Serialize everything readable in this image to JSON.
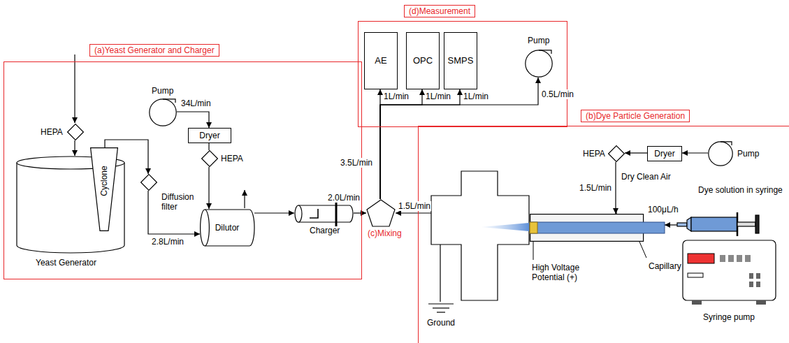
{
  "diagram": {
    "nodes": [
      {
        "text": [
          "(a)Yeast Generator and Charger"
        ]
      },
      {
        "text": [
          "HEPA"
        ],
        "in": 0
      },
      {
        "text": [
          "Yeast Generator"
        ],
        "in": 0
      },
      {
        "text": [
          "Cyclone"
        ],
        "in": 2
      },
      {
        "text": [
          "Diffusion filter"
        ],
        "in": 0
      },
      {
        "text": [
          "Pump"
        ],
        "in": 0
      },
      {
        "text": [
          "Dryer"
        ],
        "in": 0
      },
      {
        "text": [
          "HEPA"
        ],
        "in": 0
      },
      {
        "text": [
          "Dilutor"
        ],
        "in": 0
      },
      {
        "text": [
          "Charger"
        ],
        "in": 0
      },
      {
        "text": [
          "(d)Measurement"
        ]
      },
      {
        "text": [
          "AE"
        ],
        "in": 10
      },
      {
        "text": [
          "OPC"
        ],
        "in": 10
      },
      {
        "text": [
          "SMPS"
        ],
        "in": 10
      },
      {
        "text": [
          "Pump"
        ],
        "in": 10
      },
      {
        "text": [
          "(c)Mixing"
        ]
      },
      {
        "text": [
          "(b)Dye Particle Generation"
        ]
      },
      {
        "text": [
          "Pump"
        ],
        "in": 16
      },
      {
        "text": [
          "Dryer"
        ],
        "in": 16
      },
      {
        "text": [
          "HEPA"
        ],
        "in": 16
      },
      {
        "text": [
          "Dye solution in syringe"
        ],
        "in": 16
      },
      {
        "text": [
          "Syringe pump"
        ],
        "in": 16
      },
      {
        "text": [
          "Capillary"
        ],
        "in": 16
      },
      {
        "text": [
          "Ground"
        ],
        "in": 16
      }
    ],
    "edges": [
      {
        "from": 1,
        "to": 2,
        "arrow": "to"
      },
      {
        "from": 3,
        "to": 4,
        "arrow": "to"
      },
      {
        "from": 4,
        "to": 8,
        "label": "2.8L/min",
        "arrow": "to"
      },
      {
        "from": 5,
        "to": 6,
        "label": "34L/min",
        "arrow": "to"
      },
      {
        "from": 6,
        "to": 7,
        "arrow": "none"
      },
      {
        "from": 7,
        "to": 8,
        "arrow": "to"
      },
      {
        "from": 8,
        "to": 9,
        "arrow": "to"
      },
      {
        "from": 9,
        "to": 15,
        "label": "2.0L/min",
        "arrow": "to"
      },
      {
        "from": 15,
        "to": 11,
        "label": "1L/min",
        "arrow": "to"
      },
      {
        "from": 15,
        "to": 12,
        "label": "1L/min",
        "arrow": "to"
      },
      {
        "from": 15,
        "to": 13,
        "label": "1L/min",
        "arrow": "to"
      },
      {
        "from": 15,
        "to": 14,
        "label": "0.5L/min",
        "arrow": "to"
      },
      {
        "from": 17,
        "to": 18,
        "arrow": "to"
      },
      {
        "from": 18,
        "to": 19,
        "arrow": "to"
      },
      {
        "from": 19,
        "to": 22,
        "label": "1.5L/min",
        "arrow": "to"
      },
      {
        "from": 20,
        "to": 22,
        "label": "100μL/h",
        "arrow": "to"
      }
    ],
    "labels": [
      "3.5L/min",
      "1.5L/min",
      "Dry Clean Air",
      "High Voltage Potential (+)"
    ]
  }
}
